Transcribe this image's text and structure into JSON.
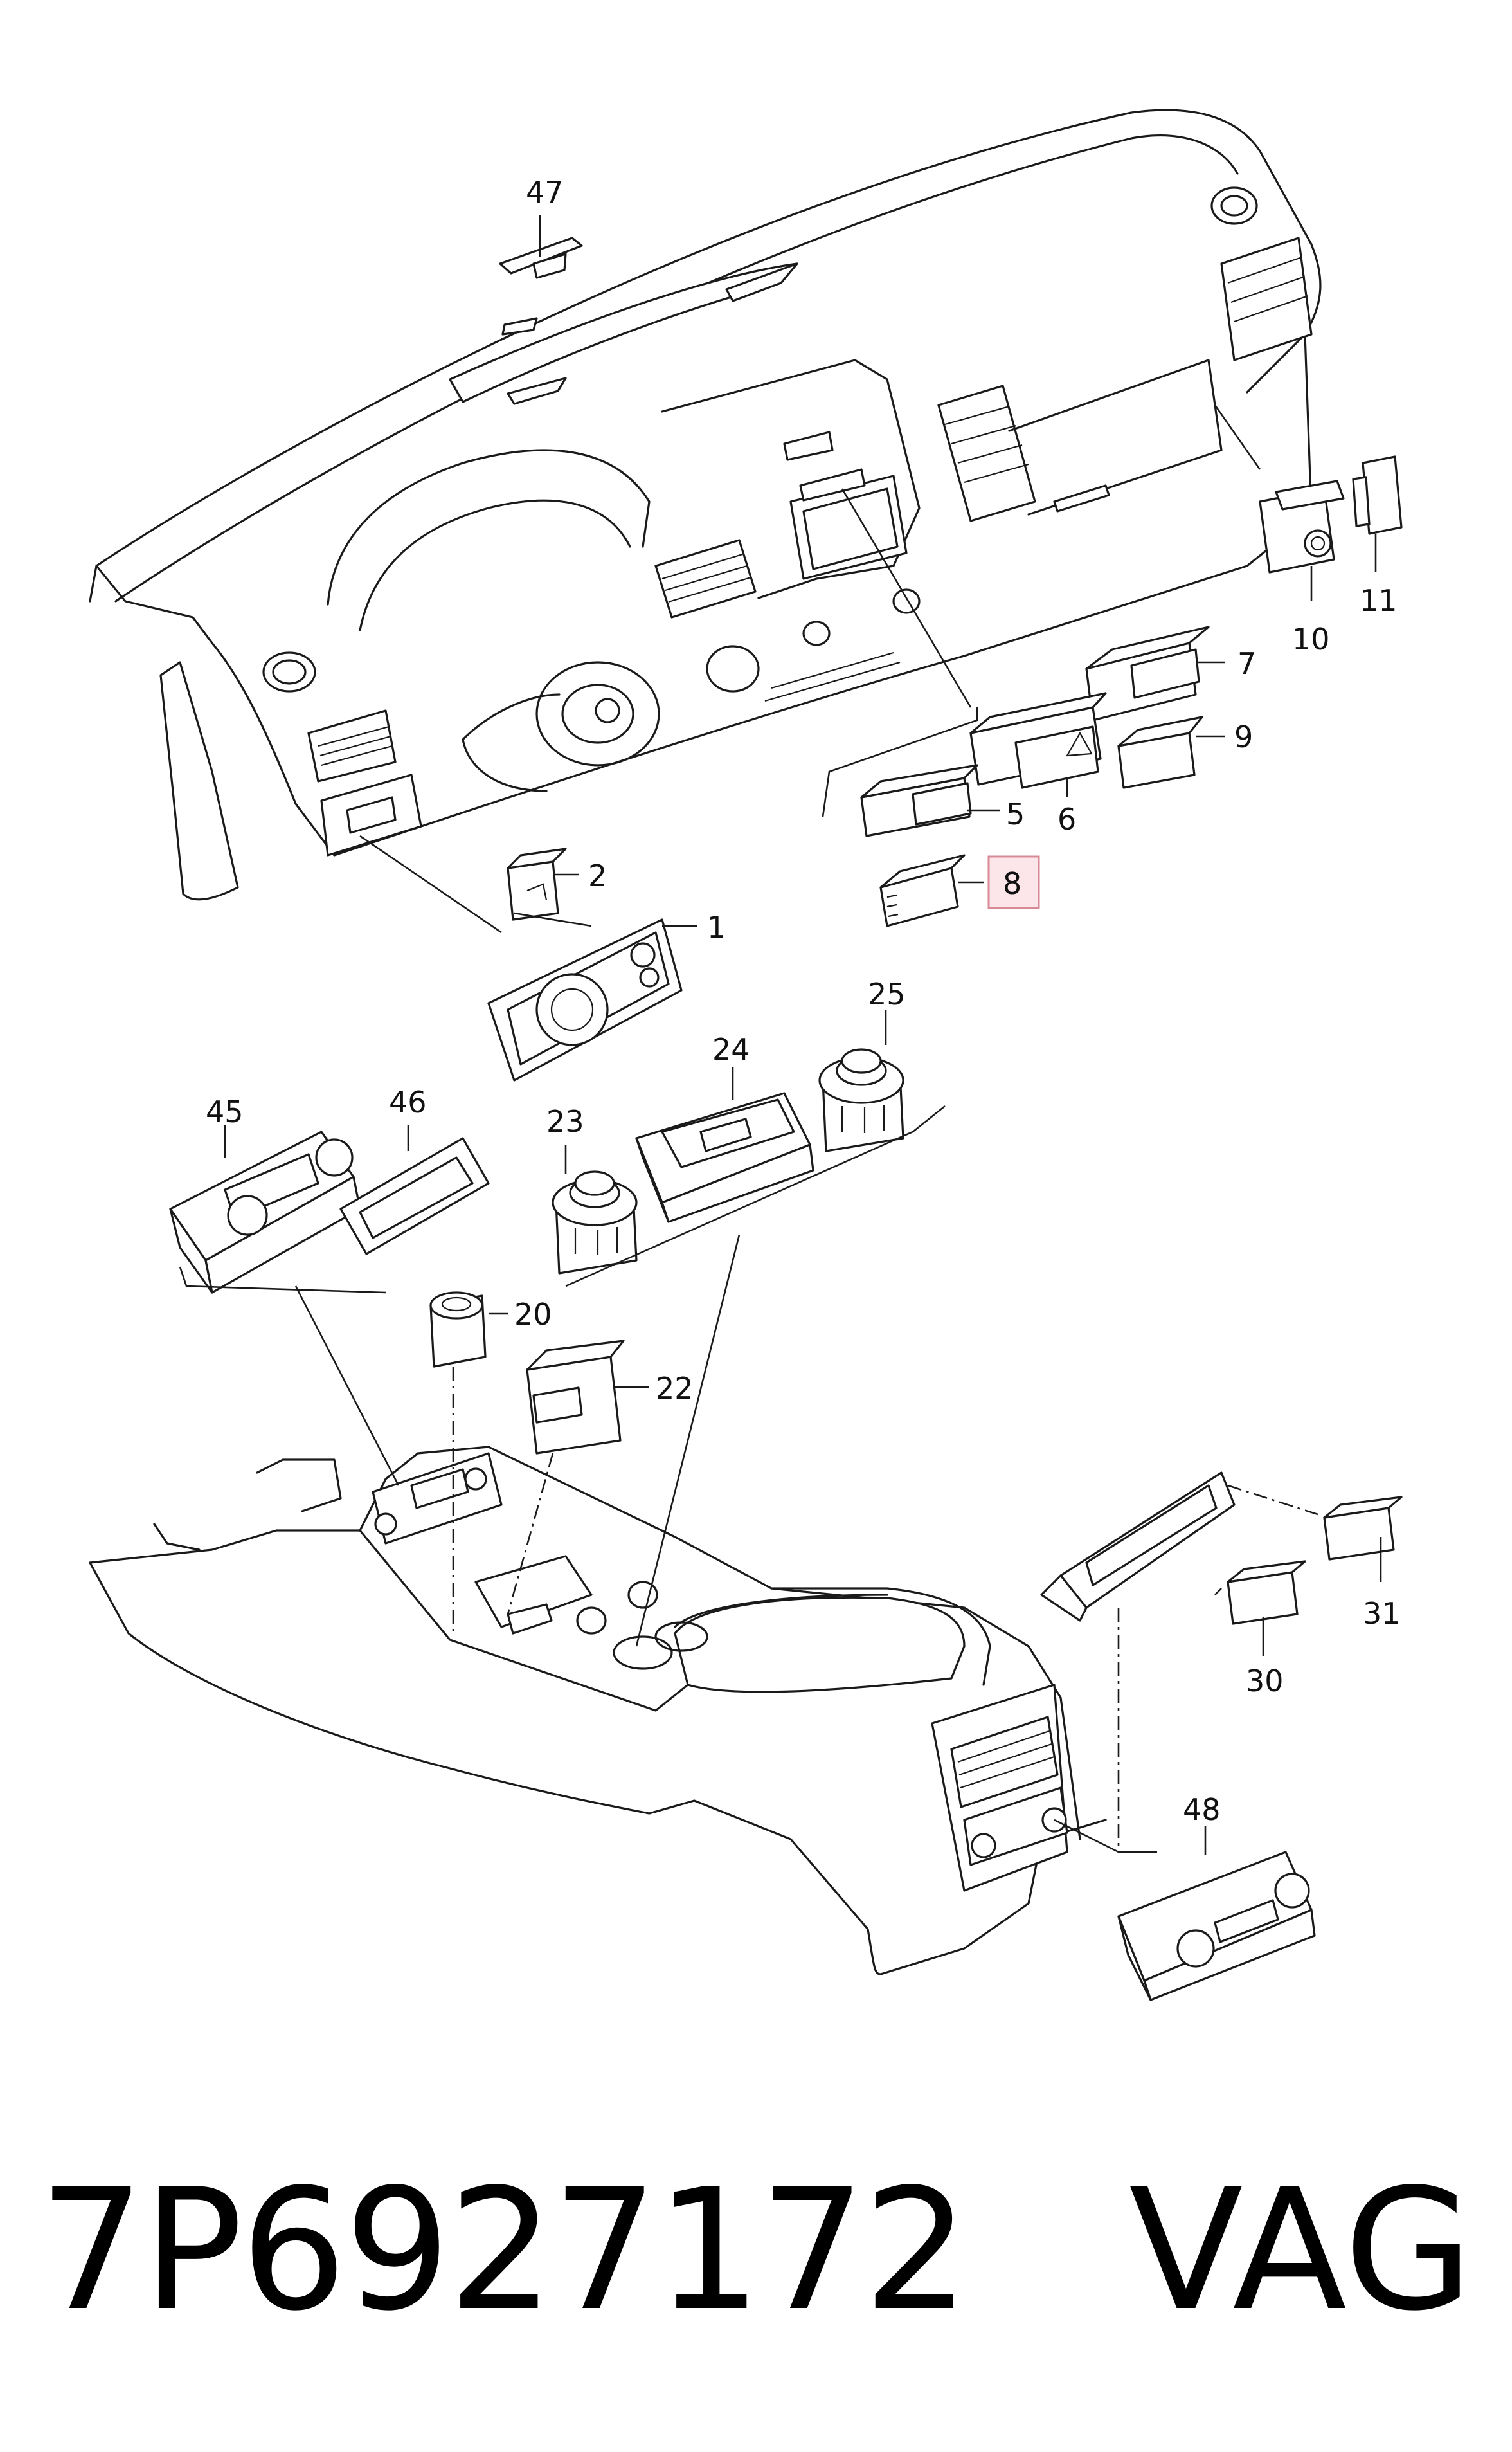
{
  "callouts": {
    "c47": "47",
    "c11": "11",
    "c10": "10",
    "c7": "7",
    "c9": "9",
    "c5": "5",
    "c6": "6",
    "c8": "8",
    "c2": "2",
    "c1": "1",
    "c24": "24",
    "c25": "25",
    "c45": "45",
    "c46": "46",
    "c23": "23",
    "c20": "20",
    "c22": "22",
    "c31": "31",
    "c30": "30",
    "c48": "48"
  },
  "highlighted_callout": "8",
  "footer": {
    "part_number": "7P6927172",
    "brand": "VAG"
  },
  "colors": {
    "line": "#1a1a1a",
    "highlight_fill": "#fde6ea",
    "highlight_border": "#d98a97"
  }
}
